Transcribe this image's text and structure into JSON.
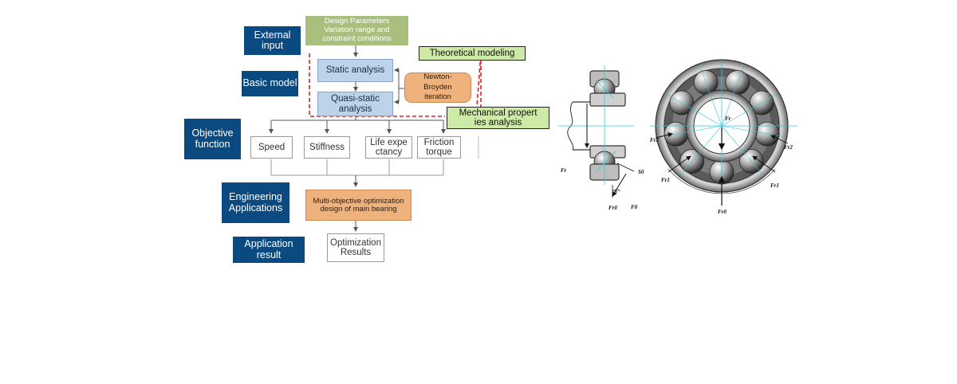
{
  "flowchart": {
    "stages": {
      "external_input": "External input",
      "basic_model": "Basic model",
      "objective_function": "Objective function",
      "engineering_applications": "Engineering Applications",
      "application_result": "Application result"
    },
    "design_parameters": "Design Parameters Variation range and constraint conditions",
    "theoretical_modeling": "Theoretical modeling",
    "static_analysis": "Static analysis",
    "quasi_static_analysis": "Quasi-static analysis",
    "newton_broyden": "Newton-Broyden iteration",
    "mechanical_properties": "Mechanical propert ies analysis",
    "objectives": [
      "Speed",
      "Stiffness",
      "Life expe ctancy",
      "Friction torque"
    ],
    "multi_objective": "Multi-objective optimization design of main bearing",
    "optimization_results": "Optimization Results"
  },
  "bearing_section_labels": {
    "fr": "Fr",
    "s0": "S0",
    "fr0": "Fr0",
    "f0": "F0",
    "alpha": "α"
  },
  "bearing_front_labels": {
    "fr_top": "Fr",
    "fr2_left": "Fr2",
    "fr2_right": "Fr2",
    "fr1_left": "Fr1",
    "fr1_right": "Fr1",
    "fr0": "Fr0"
  },
  "colors": {
    "stage_fill": "#0b4a80",
    "input_fill": "#a9bf7d",
    "model_fill": "#bcd3ea",
    "iteration_fill": "#f0b27d",
    "modeling_label_fill": "#cdeaa6",
    "dashed_boundary": "#e02020",
    "centerline": "#35c8d8"
  }
}
